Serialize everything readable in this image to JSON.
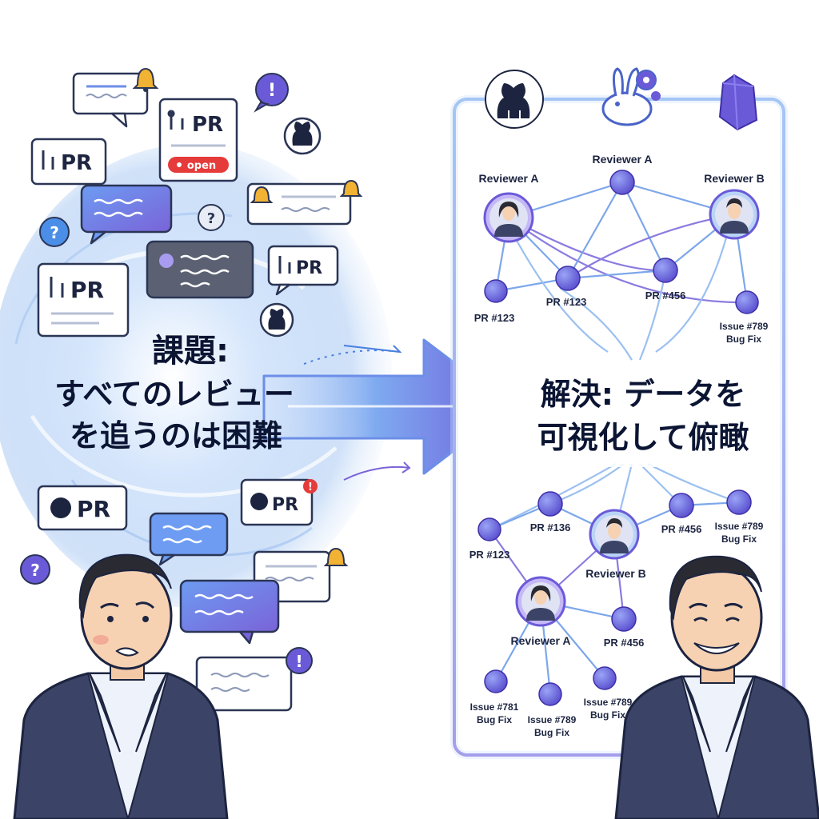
{
  "problem": {
    "title": "課題:",
    "lines": [
      "すべてのレビュー",
      "を追うのは困難"
    ]
  },
  "solution": {
    "lines": [
      "解決: データを",
      "可視化して俯瞰"
    ]
  },
  "chaos_badges": {
    "pr": "PR",
    "open": "open",
    "question": "?",
    "alert": "!"
  },
  "panel_icons": [
    "github-logo",
    "rabbit-gear-logo",
    "crystal-logo"
  ],
  "graph_top": {
    "nodes": [
      {
        "id": "revA",
        "label": "Reviewer A",
        "kind": "avatar-female"
      },
      {
        "id": "revAc",
        "label": "Reviewer A",
        "kind": "dot"
      },
      {
        "id": "revB",
        "label": "Reviewer B",
        "kind": "avatar-male"
      },
      {
        "id": "pr123",
        "label": "PR #123",
        "kind": "dot"
      },
      {
        "id": "pr123b",
        "label": "PR #123",
        "kind": "dot"
      },
      {
        "id": "pr456",
        "label": "PR #456",
        "kind": "dot"
      },
      {
        "id": "iss789",
        "label": "Issue #789",
        "sublabel": "Bug Fix",
        "kind": "dot"
      }
    ]
  },
  "graph_bottom": {
    "nodes": [
      {
        "id": "bpr123",
        "label": "PR #123",
        "kind": "dot"
      },
      {
        "id": "bpr136",
        "label": "PR #136",
        "kind": "dot"
      },
      {
        "id": "brevB",
        "label": "Reviewer B",
        "kind": "avatar-male"
      },
      {
        "id": "bpr456a",
        "label": "PR #456",
        "kind": "dot"
      },
      {
        "id": "biss789a",
        "label": "Issue #789",
        "sublabel": "Bug Fix",
        "kind": "dot"
      },
      {
        "id": "brevA",
        "label": "Reviewer A",
        "kind": "avatar-female"
      },
      {
        "id": "bpr456b",
        "label": "PR #456",
        "kind": "dot"
      },
      {
        "id": "biss781",
        "label": "Issue #781",
        "sublabel": "Bug Fix",
        "kind": "dot"
      },
      {
        "id": "biss789b",
        "label": "Issue #789",
        "sublabel": "Bug Fix",
        "kind": "dot"
      },
      {
        "id": "biss789c",
        "label": "Issue #789",
        "sublabel": "Bug Fix",
        "kind": "dot"
      }
    ]
  },
  "colors": {
    "accent_purple": "#6b5ad8",
    "accent_blue": "#4a8ee8",
    "swirl": "#bcd6f6",
    "open_red": "#e53b3b",
    "bell": "#f2b233",
    "text": "#0b1533",
    "suit": "#3b4466"
  }
}
